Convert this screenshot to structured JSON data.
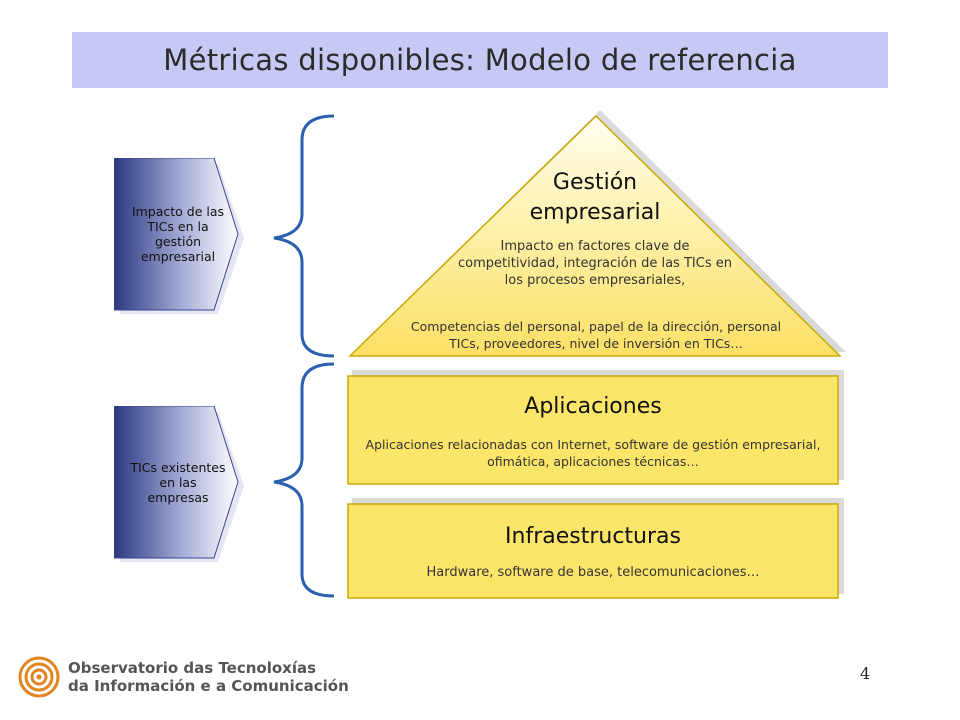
{
  "title": "Métricas disponibles: Modelo de referencia",
  "left_labels": [
    {
      "text_lines": [
        "Impacto de las",
        "TICs en la",
        "gestión",
        "empresarial"
      ]
    },
    {
      "text_lines": [
        "TICs existentes",
        "en las",
        "empresas"
      ]
    }
  ],
  "pyramid": {
    "heading_lines": [
      "Gestión",
      "empresarial"
    ],
    "desc1_lines": [
      "Impacto en factores clave de",
      "competitividad, integración de las TICs en",
      "los procesos empresariales,"
    ],
    "desc2_lines": [
      "Competencias del personal, papel de la dirección, personal",
      "TICs, proveedores, nivel de inversión en TICs…"
    ]
  },
  "aplicaciones": {
    "heading": "Aplicaciones",
    "desc_lines": [
      "Aplicaciones relacionadas con Internet, software de gestión empresarial,",
      "ofimática, aplicaciones técnicas…"
    ]
  },
  "infraestructuras": {
    "heading": "Infraestructuras",
    "desc_lines": [
      "Hardware, software de base, telecomunicaciones…"
    ]
  },
  "page_number": "4",
  "logo": {
    "line1": "Observatorio das Tecnoloxías",
    "line2": "da Información e a Comunicación"
  },
  "colors": {
    "title_bg": "#c6c9f3",
    "box_fill": "#fce66a",
    "box_stroke": "#c9a800",
    "arrow_dark": "#2a3780",
    "brace": "#2b5fb0",
    "logo_orange": "#e0851f"
  }
}
